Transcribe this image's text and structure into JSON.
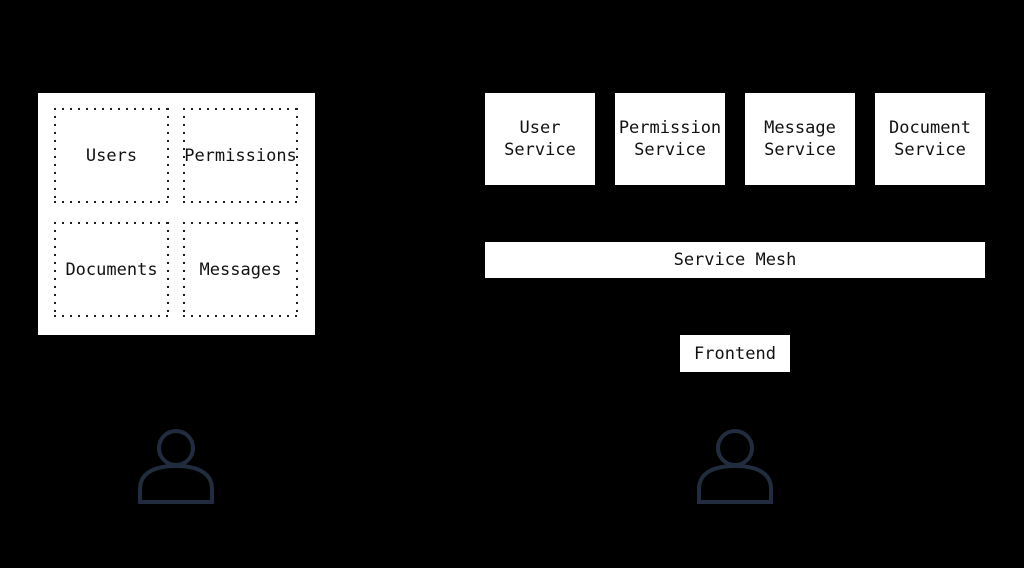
{
  "colors": {
    "background": "#000000",
    "box_fill": "#ffffff",
    "text": "#111111",
    "dotted_border": "#1f1f1f",
    "person_stroke": "#212c3e"
  },
  "monolith": {
    "modules": [
      {
        "label": "Users"
      },
      {
        "label": "Permissions"
      },
      {
        "label": "Documents"
      },
      {
        "label": "Messages"
      }
    ]
  },
  "microservices": {
    "services": [
      {
        "label": "User Service"
      },
      {
        "label": "Permission Service"
      },
      {
        "label": "Message Service"
      },
      {
        "label": "Document Service"
      }
    ],
    "mesh": {
      "label": "Service Mesh"
    },
    "frontend": {
      "label": "Frontend"
    }
  },
  "icons": {
    "left": "person-icon",
    "right": "person-icon"
  }
}
